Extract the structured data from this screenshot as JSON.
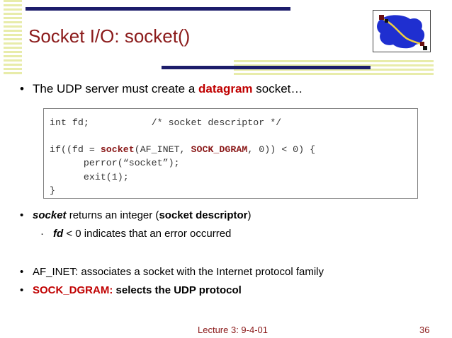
{
  "slide": {
    "title": "Socket I/O: socket()",
    "bullets": {
      "b1_text": "The UDP server must create a ",
      "b1_bold": "datagram",
      "b1_tail": " socket…",
      "b2_em": "socket",
      "b2_mid": " returns an integer (",
      "b2_bold": "socket descriptor",
      "b2_tail": ")",
      "b3_em": "fd",
      "b3_tail": " < 0 indicates that an error occurred",
      "b4_text": "AF_INET: associates a socket with the Internet protocol family",
      "b5_red": "SOCK_DGRAM:",
      "b5_tail": " selects the UDP protocol"
    },
    "bullet_char": "•",
    "sub_bullet_char": "·",
    "code": {
      "l1": "int fd;           /* socket descriptor */",
      "l2_pre": "if((fd = ",
      "l2_fn": "socket",
      "l2_mid": "(AF_INET, ",
      "l2_const": "SOCK_DGRAM",
      "l2_post": ", 0)) < 0) {",
      "l3": "      perror(“socket”);",
      "l4": "      exit(1);",
      "l5": "}"
    },
    "footer": "Lecture 3: 9-4-01",
    "page_number": "36"
  },
  "colors": {
    "title": "#8b1a1a",
    "accent_red": "#c00000",
    "bar_navy": "#1d1d6b",
    "stripe": "#e8ecaa"
  },
  "icons": {
    "logo": "network-graph-logo"
  }
}
